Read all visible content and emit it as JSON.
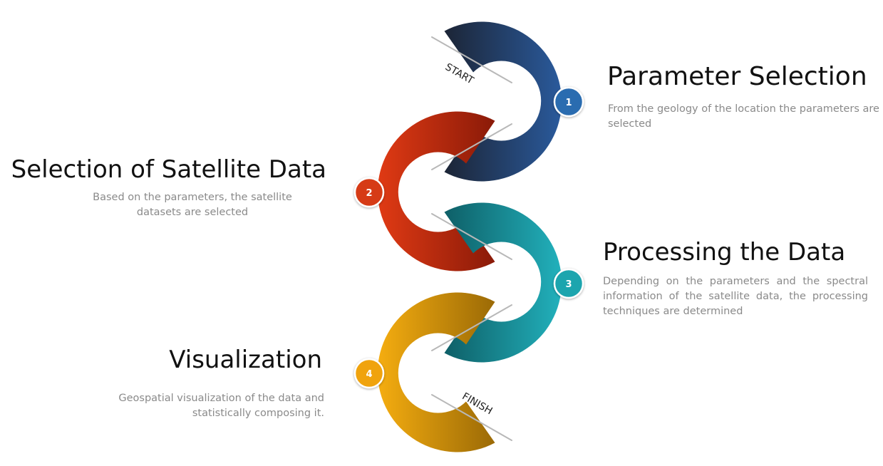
{
  "colors": {
    "ring_1": [
      "#1c2536",
      "#2a5a9c"
    ],
    "ring_2": [
      "#e03a14",
      "#8a1a08"
    ],
    "ring_3": [
      "#0e5f67",
      "#22b1bc"
    ],
    "ring_4": [
      "#f5ad10",
      "#9b6a06"
    ],
    "title_text": "#111111",
    "description_text": "#8a8a8a"
  },
  "markers": {
    "start": "START",
    "finish": "FINISH"
  },
  "steps": [
    {
      "number": "1",
      "title": "Parameter Selection",
      "description": "From the geology of the location the parameters are selected",
      "badge_color": "#2b6cb0"
    },
    {
      "number": "2",
      "title": "Selection of Satellite Data",
      "description": "Based on the parameters, the satellite datasets are selected",
      "badge_color": "#d63a14"
    },
    {
      "number": "3",
      "title": "Processing the Data",
      "description": "Depending on the parameters and the spectral information of the satellite data, the processing techniques are determined",
      "badge_color": "#1ea5ae"
    },
    {
      "number": "4",
      "title": "Visualization",
      "description": "Geospatial visualization of the data and statistically composing it.",
      "badge_color": "#f0a30e"
    }
  ]
}
